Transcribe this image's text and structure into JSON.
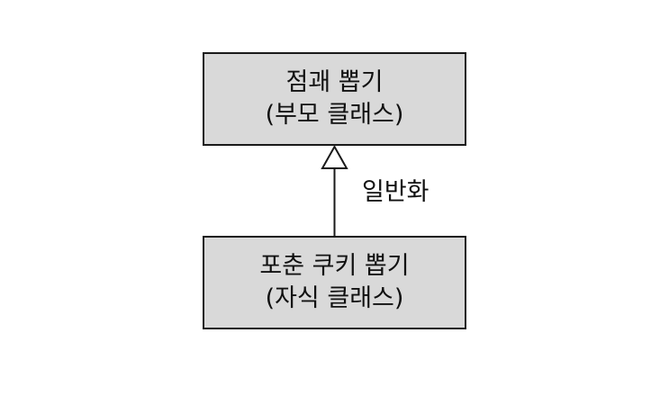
{
  "parent_class": {
    "name": "점괘 뽑기",
    "role": "(부모 클래스)"
  },
  "child_class": {
    "name": "포춘 쿠키 뽑기",
    "role": "(자식 클래스)"
  },
  "relationship": {
    "label": "일반화"
  },
  "colors": {
    "box_fill": "#d9d9d9",
    "stroke": "#1a1a1a"
  }
}
